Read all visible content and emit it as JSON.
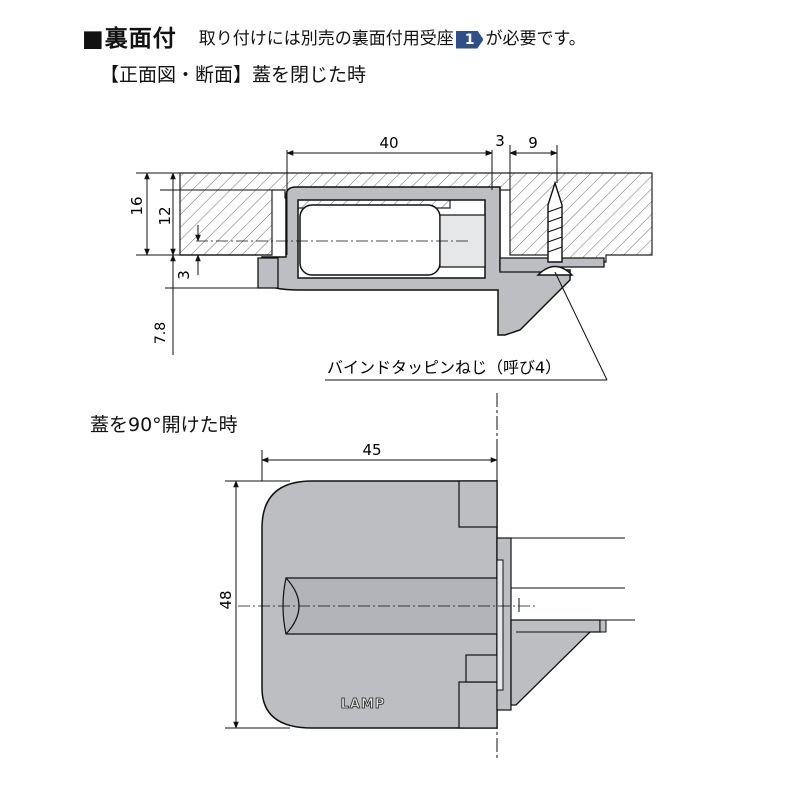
{
  "header": {
    "title": "■裏面付",
    "note_before": "取り付けには別売の裏面付用受座",
    "badge": "1",
    "note_after": "が必要です。"
  },
  "closed_view": {
    "title": "【正面図・断面】蓋を閉じた時",
    "dims": {
      "width": "40",
      "gap": "3",
      "offset": "9",
      "height_total": "16",
      "height_inner": "12",
      "step": "3",
      "protrusion": "7.8"
    },
    "screw_label": "バインドタッピンねじ（呼び4）"
  },
  "open_view": {
    "title": "蓋を90°開けた時",
    "dims": {
      "width": "45",
      "height": "48"
    },
    "logo": "LAMP"
  },
  "colors": {
    "body": "#bcbec2",
    "badge": "#2f4f86",
    "line": "#111111"
  }
}
